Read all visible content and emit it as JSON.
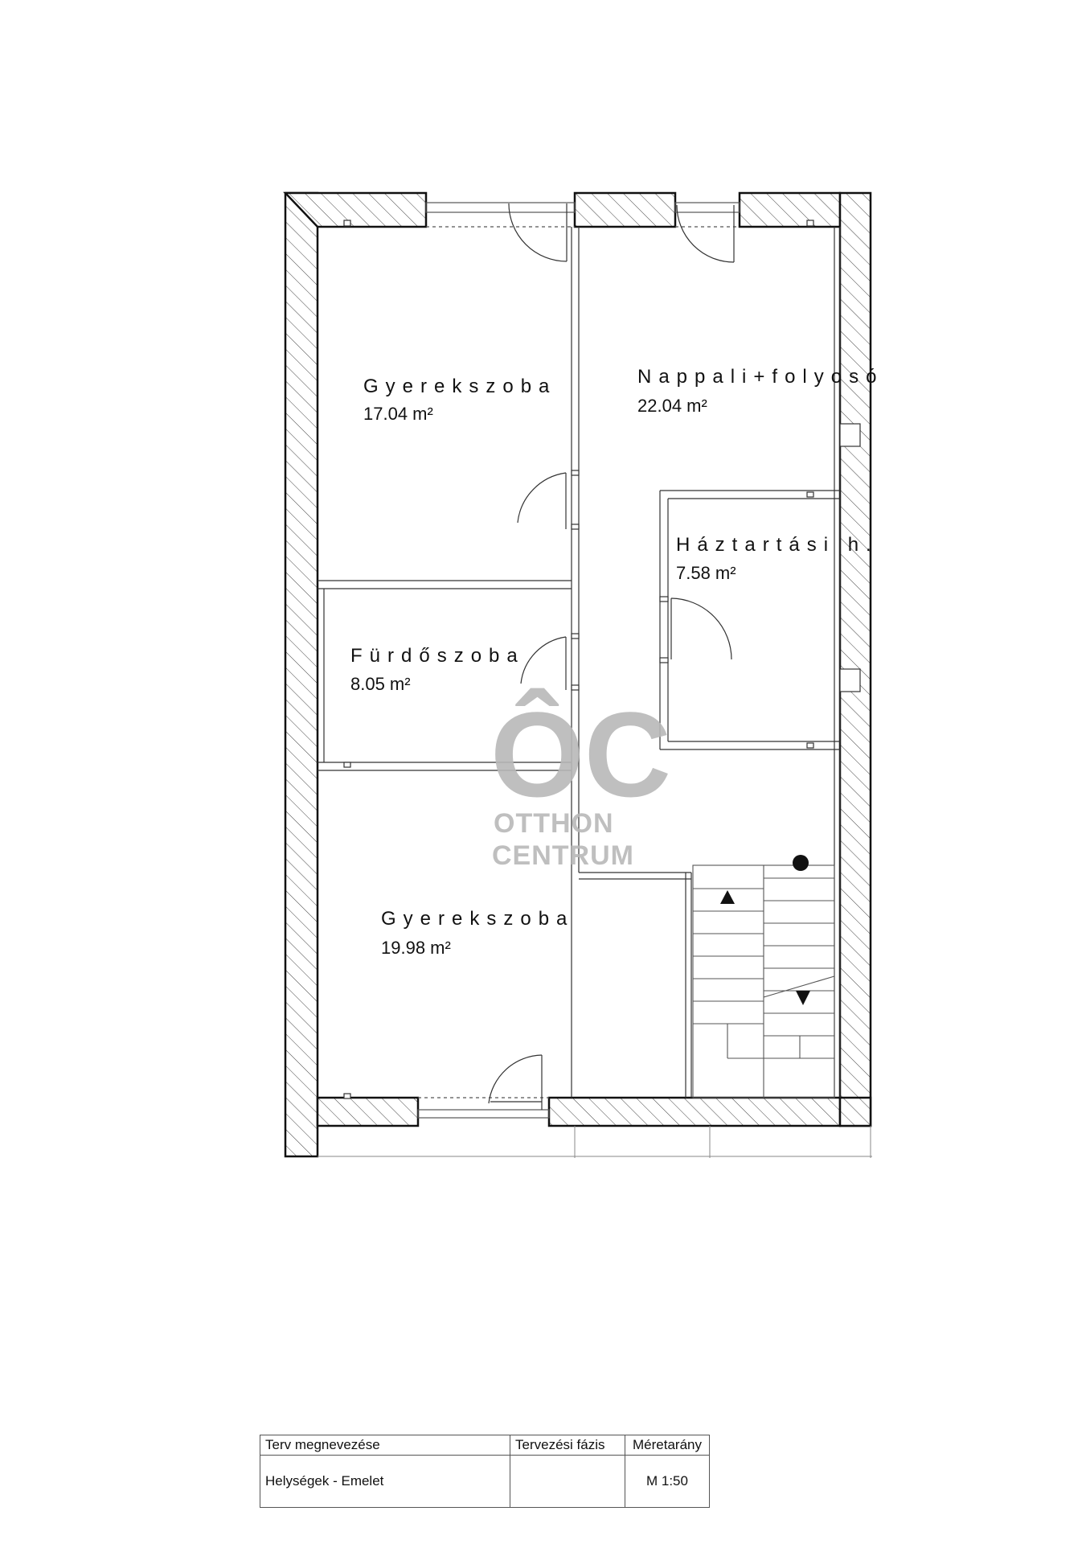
{
  "rooms": [
    {
      "name": "Gyerekszoba",
      "area": "17.04 m²"
    },
    {
      "name": "Nappali+folyosó",
      "area": "22.04 m²"
    },
    {
      "name": "Háztartási h.",
      "area": "7.58 m²"
    },
    {
      "name": "Fürdőszoba",
      "area": "8.05 m²"
    },
    {
      "name": "Gyerekszoba",
      "area": "19.98 m²"
    }
  ],
  "watermark": {
    "letters": "ÔC",
    "line1": "OTTHON",
    "line2": "CENTRUM"
  },
  "title_block": {
    "headers": [
      "Terv megnevezése",
      "Tervezési fázis",
      "Méretarány"
    ],
    "values": [
      "Helységek - Emelet",
      "",
      "M 1:50"
    ]
  }
}
